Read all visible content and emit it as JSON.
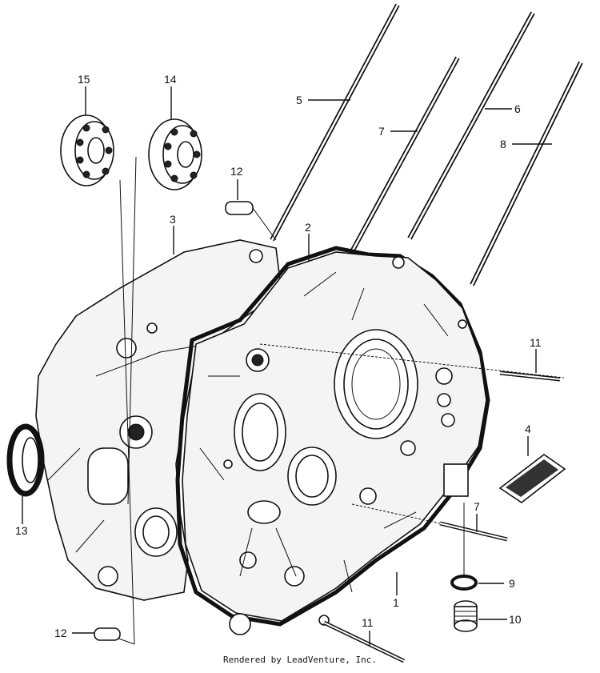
{
  "callouts": [
    {
      "id": "1",
      "label": "1"
    },
    {
      "id": "2",
      "label": "2"
    },
    {
      "id": "3",
      "label": "3"
    },
    {
      "id": "4",
      "label": "4"
    },
    {
      "id": "5",
      "label": "5"
    },
    {
      "id": "6",
      "label": "6"
    },
    {
      "id": "7a",
      "label": "7"
    },
    {
      "id": "7b",
      "label": "7"
    },
    {
      "id": "8",
      "label": "8"
    },
    {
      "id": "9",
      "label": "9"
    },
    {
      "id": "10",
      "label": "10"
    },
    {
      "id": "11a",
      "label": "11"
    },
    {
      "id": "11b",
      "label": "11"
    },
    {
      "id": "12a",
      "label": "12"
    },
    {
      "id": "12b",
      "label": "12"
    },
    {
      "id": "13",
      "label": "13"
    },
    {
      "id": "14",
      "label": "14"
    },
    {
      "id": "15",
      "label": "15"
    }
  ],
  "footer": "Rendered by LeadVenture, Inc."
}
